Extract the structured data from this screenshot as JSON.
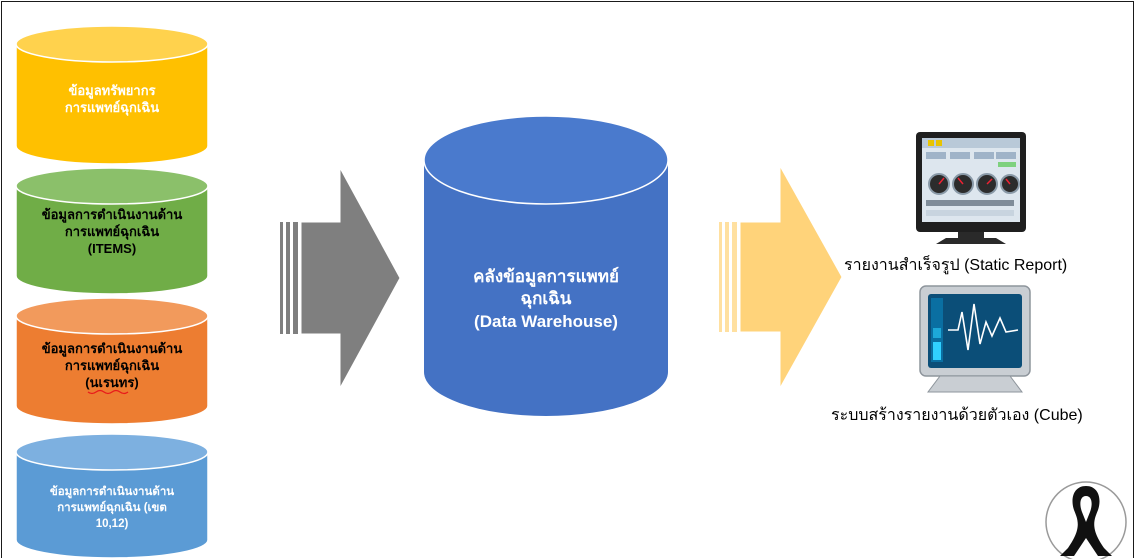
{
  "sources": [
    {
      "lines": [
        "ข้อมูลทรัพยากร",
        "การแพทย์ฉุกเฉิน"
      ],
      "color": "#FFC000",
      "text_color": "#ffffff"
    },
    {
      "lines": [
        "ข้อมูลการดำเนินงานด้าน",
        "การแพทย์ฉุกเฉิน",
        "(ITEMS)"
      ],
      "color": "#70AD47",
      "text_color": "#000000"
    },
    {
      "lines": [
        "ข้อมูลการดำเนินงานด้าน",
        "การแพทย์ฉุกเฉิน",
        "(นเรนทร)"
      ],
      "color": "#ED7D31",
      "text_color": "#000000"
    },
    {
      "lines": [
        "ข้อมูลการดำเนินงานด้าน",
        "การแพทย์ฉุกเฉิน (เขต",
        "10,12)"
      ],
      "color": "#5B9BD5",
      "text_color": "#ffffff"
    }
  ],
  "warehouse": {
    "lines": [
      "คลังข้อมูลการแพทย์",
      "ฉุกเฉิน",
      "(Data Warehouse)"
    ],
    "color": "#4472C4"
  },
  "outputs": {
    "static_report": "รายงานสำเร็จรูป (Static Report)",
    "cube": "ระบบสร้างรายงานด้วยตัวเอง (Cube)"
  },
  "colors": {
    "left_arrow": "#7F7F7F",
    "right_arrow": "#FFD37A",
    "frame": "#1a1a1a"
  },
  "icons": [
    "static-report-monitor-icon",
    "cube-monitor-icon",
    "mourning-ribbon-icon"
  ]
}
